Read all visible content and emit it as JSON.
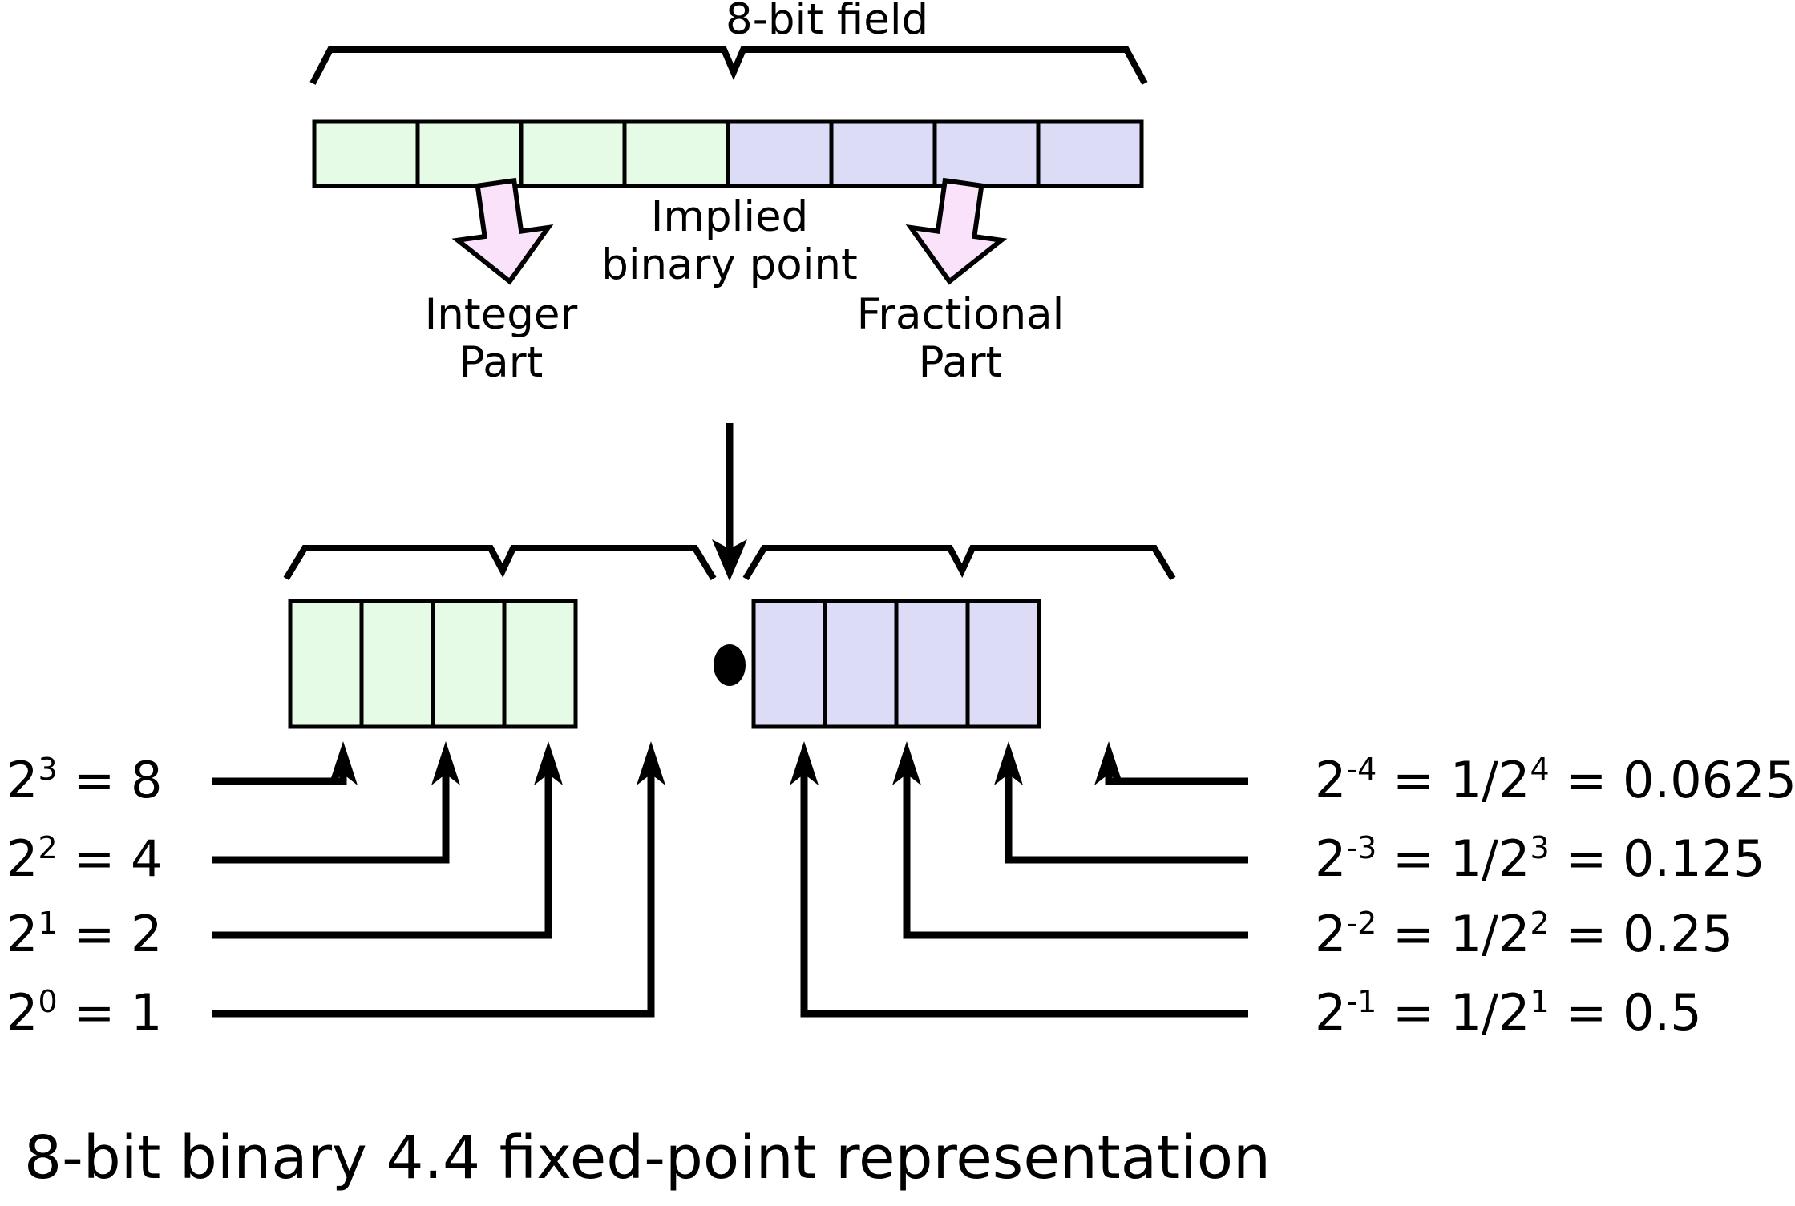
{
  "figure": {
    "caption": "8-bit binary 4.4 fixed-point representation",
    "top_label": "8-bit field",
    "implied_label_line1": "Implied",
    "implied_label_line2": "binary point",
    "integer_label_line1": "Integer",
    "integer_label_line2": "Part",
    "fractional_label_line1": "Fractional",
    "fractional_label_line2": "Part",
    "binary_point_symbol": "●"
  },
  "colors": {
    "integer_fill": "#e6fbe6",
    "fractional_fill": "#dcdcf7",
    "arrow_fill": "#fbe2fb",
    "stroke": "#000000",
    "background": "#ffffff"
  },
  "bits": {
    "total": 8,
    "integer_bits": 4,
    "fractional_bits": 4
  },
  "integer_weights": [
    {
      "base": "2",
      "exp": "3",
      "eq": " = 8",
      "value": 8
    },
    {
      "base": "2",
      "exp": "2",
      "eq": " = 4",
      "value": 4
    },
    {
      "base": "2",
      "exp": "1",
      "eq": " = 2",
      "value": 2
    },
    {
      "base": "2",
      "exp": "0",
      "eq": " = 1",
      "value": 1
    }
  ],
  "fractional_weights": [
    {
      "base": "2",
      "exp": "-4",
      "mid_base": "1/2",
      "mid_exp": "4",
      "eq": " = 0.0625",
      "value": 0.0625
    },
    {
      "base": "2",
      "exp": "-3",
      "mid_base": "1/2",
      "mid_exp": "3",
      "eq": " = 0.125",
      "value": 0.125
    },
    {
      "base": "2",
      "exp": "-2",
      "mid_base": "1/2",
      "mid_exp": "2",
      "eq": " = 0.25",
      "value": 0.25
    },
    {
      "base": "2",
      "exp": "-1",
      "mid_base": "1/2",
      "mid_exp": "1",
      "eq": " = 0.5",
      "value": 0.5
    }
  ]
}
